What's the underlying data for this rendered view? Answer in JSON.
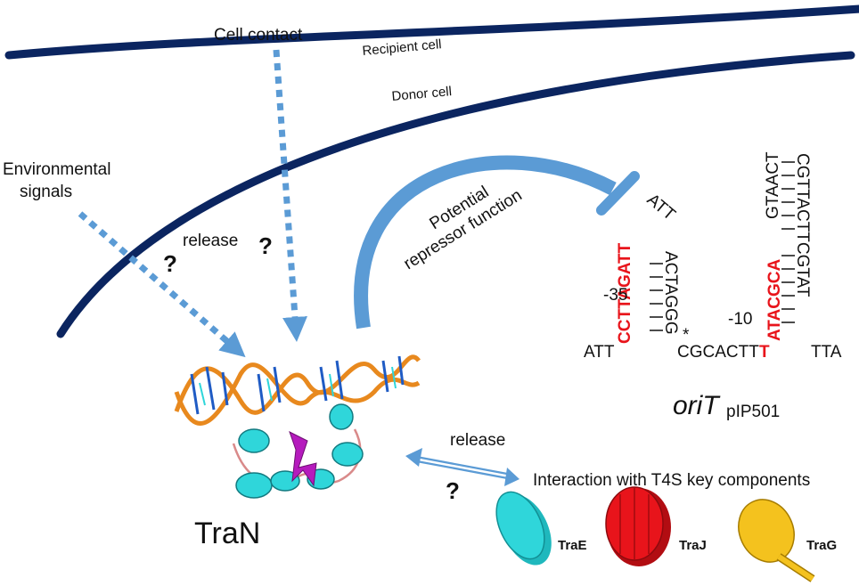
{
  "labels": {
    "cell_contact": "Cell contact",
    "recipient_cell": "Recipient cell",
    "donor_cell": "Donor cell",
    "environmental_signals": [
      "Environmental",
      "signals"
    ],
    "release_top": "release",
    "release_bottom": "release",
    "question_mark": "?",
    "potential_repressor": [
      "Potential",
      "repressor function"
    ],
    "tran": "TraN",
    "interaction": "Interaction with T4S key components",
    "orit_main": "oriT",
    "orit_sub": "pIP501",
    "minus35": "-35",
    "minus10": "-10",
    "asterisk": "*"
  },
  "components": [
    {
      "name": "TraE",
      "color": "#2fd6da"
    },
    {
      "name": "TraJ",
      "color": "#e8141b"
    },
    {
      "name": "TraG",
      "color": "#f4c21e"
    }
  ],
  "sequence": {
    "baseline_left": "ATT",
    "baseline_mid": "CGCACTT",
    "baseline_red_t": "T",
    "baseline_right": "TTA",
    "hairpin1_left": "CCTTAGATT",
    "hairpin1_loop": "ATT",
    "hairpin1_right": "ACTAGGG",
    "hairpin2_left": "ATACGCA",
    "hairpin2_top": "GTAACT",
    "hairpin2_right": "CGTTACTTCGTAT"
  },
  "colors": {
    "membrane": "#0b2560",
    "arrow": "#5b9bd5",
    "inhibitor": "#5b9bd5",
    "promoter": "#e8141b",
    "dna_backbone": "#e8891e",
    "helix": "#2fd6da",
    "sheet": "#b51bbd"
  }
}
